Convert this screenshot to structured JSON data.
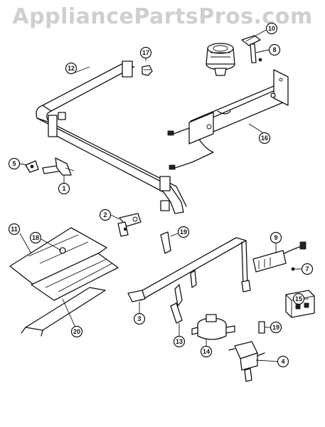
{
  "watermark": "AppliancePartsPros.com",
  "callouts": [
    "1",
    "2",
    "3",
    "4",
    "5",
    "7",
    "8",
    "9",
    "10",
    "11",
    "12",
    "13",
    "14",
    "15",
    "16",
    "17",
    "18",
    "19",
    "19",
    "20"
  ]
}
